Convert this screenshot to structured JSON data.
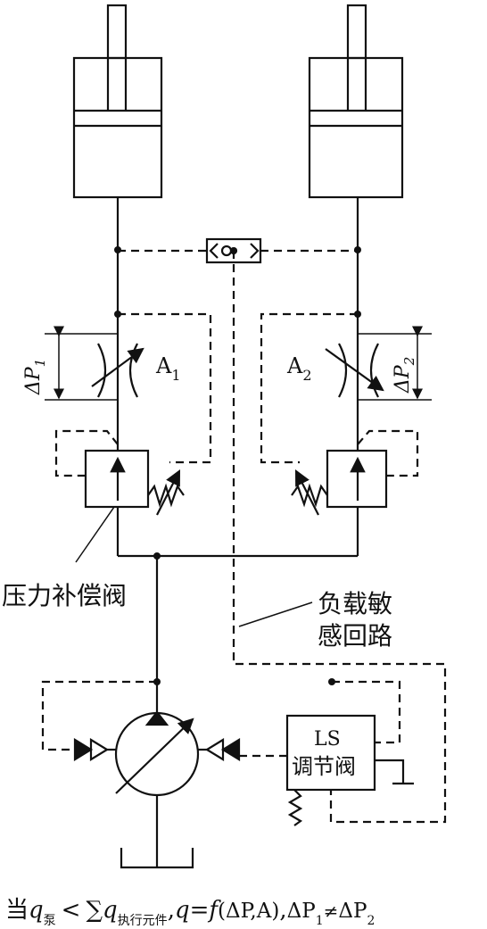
{
  "labels": {
    "area_left": "A",
    "area_left_sub": "1",
    "area_right": "A",
    "area_right_sub": "2",
    "dp_left": "ΔP",
    "dp_left_sub": "1",
    "dp_right": "ΔP",
    "dp_right_sub": "2",
    "compensator_valve": "压力补偿阀",
    "load_sensing_line_1": "负载敏",
    "load_sensing_line_2": "感回路",
    "ls_valve_line_1": "LS",
    "ls_valve_line_2": "调节阀"
  },
  "caption": {
    "prefix": "当",
    "q": "q",
    "pump_sub": "泵",
    "lt": "<",
    "sum": "∑",
    "q2": "q",
    "actuator_sub": "执行元件",
    "comma1": ",",
    "q3": "q",
    "eq": "=",
    "f": "f",
    "args": "(ΔP,A)",
    "comma2": ",",
    "dp1": "ΔP",
    "dp1_sub": "1",
    "neq": "≠",
    "dp2": "ΔP",
    "dp2_sub": "2"
  }
}
